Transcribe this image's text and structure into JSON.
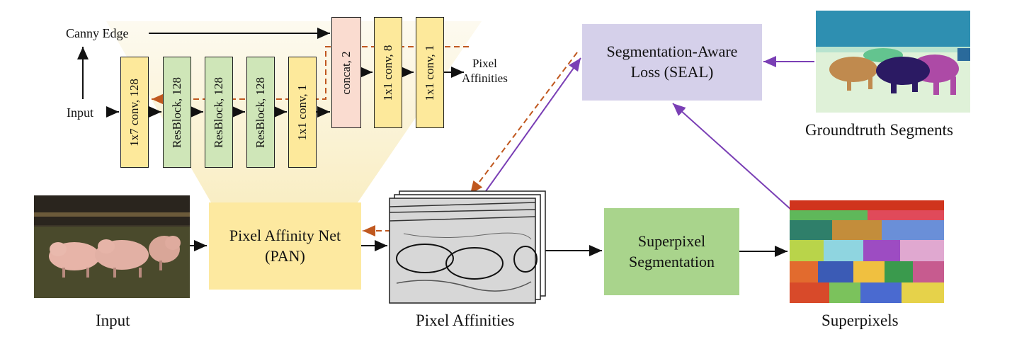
{
  "colors": {
    "yellow_block": "#fde99b",
    "green_block": "#cfe6b8",
    "pink_block": "#fadcd0",
    "pan_box": "#fde9a0",
    "seal_box": "#d5d0ea",
    "superpixel_seg_box": "#a9d48c",
    "feedback_arrow": "#c0581f",
    "seal_arrow": "#7a3fb5",
    "funnel": "#fbf3d4"
  },
  "network": {
    "canny_edge": "Canny Edge",
    "input": "Input",
    "pixel_affinities_out": "Pixel\nAffinities",
    "layers": [
      "1x7 conv, 128",
      "ResBlock, 128",
      "ResBlock, 128",
      "ResBlock, 128",
      "1x1 conv, 1",
      "concat, 2",
      "1x1 conv, 8",
      "1x1 conv, 1"
    ]
  },
  "pipeline": {
    "input_caption": "Input",
    "pan_label": "Pixel Affinity Net\n(PAN)",
    "affinities_caption": "Pixel Affinities",
    "superpixel_seg_label": "Superpixel\nSegmentation",
    "superpixels_caption": "Superpixels",
    "seal_label": "Segmentation-Aware\nLoss (SEAL)",
    "groundtruth_caption": "Groundtruth Segments"
  }
}
